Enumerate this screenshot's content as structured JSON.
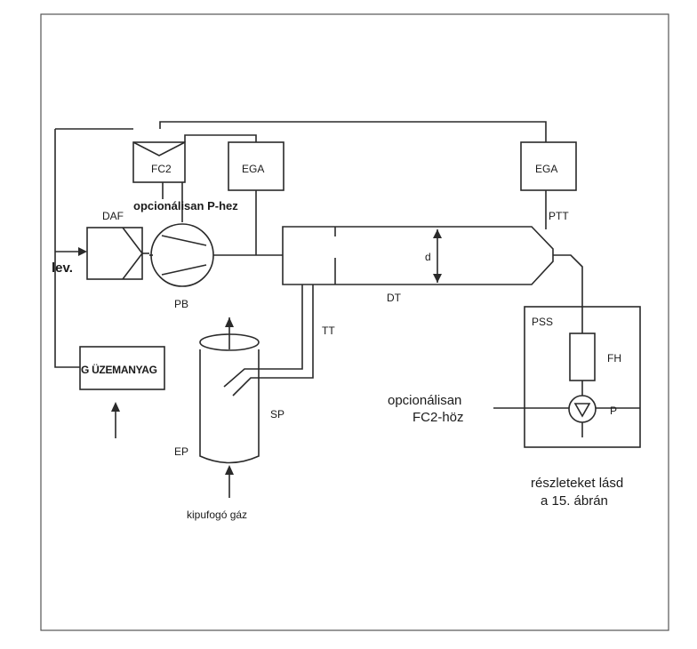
{
  "labels": {
    "fc2": "FC2",
    "ega_left": "EGA",
    "ega_right": "EGA",
    "opc_p": "opcionálisan P-hez",
    "daf": "DAF",
    "lev": "lev.",
    "pb": "PB",
    "dt": "DT",
    "d": "d",
    "ptt": "PTT",
    "pss": "PSS",
    "fh": "FH",
    "p": "P",
    "tt": "TT",
    "sp": "SP",
    "ep": "EP",
    "fuel": "G ÜZEMANYAG",
    "exhaust": "kipufogó gáz",
    "opc_fc2_1": "opcionálisan",
    "opc_fc2_2": "FC2-höz",
    "detail_1": "részleteket lásd",
    "detail_2": "a 15. ábrán"
  }
}
